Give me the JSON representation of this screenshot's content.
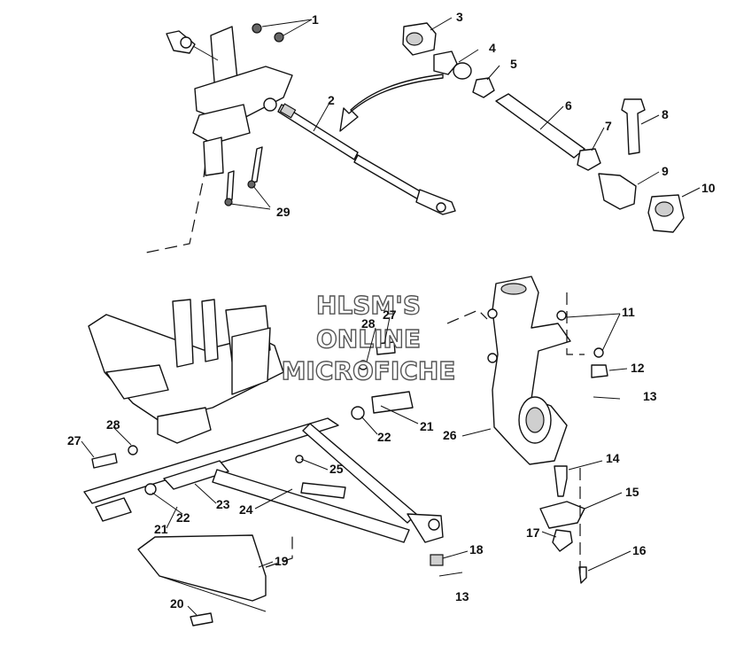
{
  "watermark": {
    "line1": "HLSM'S",
    "line2": "ONLINE",
    "line3": "MICROFICHE"
  },
  "callouts": {
    "c1": "1",
    "c2": "2",
    "c3": "3",
    "c4": "4",
    "c5": "5",
    "c6": "6",
    "c7": "7",
    "c8": "8",
    "c9": "9",
    "c10": "10",
    "c11": "11",
    "c12": "12",
    "c13a": "13",
    "c13b": "13",
    "c14": "14",
    "c15": "15",
    "c16": "16",
    "c17": "17",
    "c18": "18",
    "c19": "19",
    "c20": "20",
    "c21a": "21",
    "c21b": "21",
    "c22a": "22",
    "c22b": "22",
    "c23": "23",
    "c24": "24",
    "c25": "25",
    "c26": "26",
    "c27a": "27",
    "c27b": "27",
    "c28a": "28",
    "c28b": "28",
    "c29": "29"
  },
  "colors": {
    "line": "#111111",
    "watermark_outline": "#555555",
    "background": "#ffffff"
  }
}
